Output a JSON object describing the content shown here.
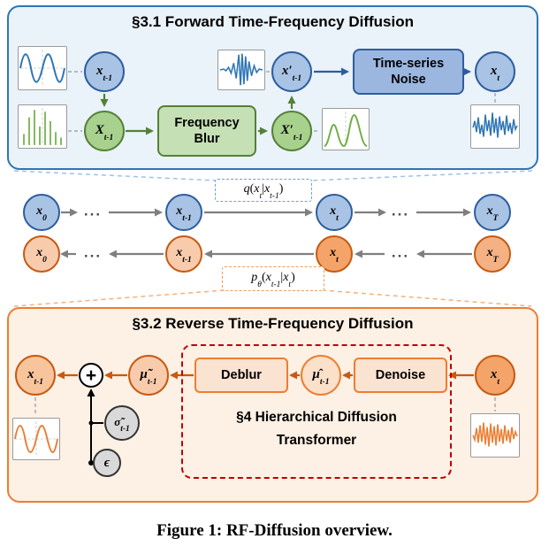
{
  "caption": "Figure 1: RF-Diffusion overview.",
  "forward_panel": {
    "title": "§3.1 Forward Time-Frequency Diffusion",
    "frequency_blur": "Frequency Blur",
    "time_series_noise": "Time-series Noise"
  },
  "reverse_panel": {
    "title": "§3.2 Reverse Time-Frequency Diffusion",
    "deblur": "Deblur",
    "denoise": "Denoise",
    "transformer": "§4 Hierarchical Diffusion Transformer"
  },
  "chain": {
    "dots": "..."
  },
  "math": {
    "x_prev": [
      [
        "i",
        "x"
      ],
      [
        "sub",
        "t-1"
      ]
    ],
    "X_prev": [
      [
        "i",
        "X"
      ],
      [
        "sub",
        "t-1"
      ]
    ],
    "x_prev_prime": [
      [
        "i",
        "x′"
      ],
      [
        "sub",
        "t-1"
      ]
    ],
    "X_prev_prime": [
      [
        "i",
        "X′"
      ],
      [
        "sub",
        "t-1"
      ]
    ],
    "x_t": [
      [
        "i",
        "x"
      ],
      [
        "sub",
        "t"
      ]
    ],
    "x_0": [
      [
        "i",
        "x"
      ],
      [
        "sub",
        "0"
      ]
    ],
    "x_T": [
      [
        "i",
        "x"
      ],
      [
        "sub",
        "T"
      ]
    ],
    "mu_tilde_prev": [
      [
        "i",
        "μ̃"
      ],
      [
        "sub",
        "t-1"
      ]
    ],
    "mu_hat_prev": [
      [
        "i",
        "μ̂"
      ],
      [
        "sub",
        "t-1"
      ]
    ],
    "sigma_tilde_prev": [
      [
        "i",
        "σ̃"
      ],
      [
        "sub",
        "t-1"
      ]
    ],
    "epsilon": [
      [
        "i",
        "ϵ"
      ]
    ],
    "plus": "+",
    "q_transition": [
      [
        "i",
        "q"
      ],
      [
        "n",
        "("
      ],
      [
        "i",
        "x"
      ],
      [
        "sub",
        "t"
      ],
      [
        "n",
        "|"
      ],
      [
        "i",
        "x"
      ],
      [
        "sub",
        "t-1"
      ],
      [
        "n",
        ")"
      ]
    ],
    "p_transition": [
      [
        "i",
        "p"
      ],
      [
        "sub",
        "θ"
      ],
      [
        "n",
        "("
      ],
      [
        "i",
        "x"
      ],
      [
        "sub",
        "t-1"
      ],
      [
        "n",
        "|"
      ],
      [
        "i",
        "x"
      ],
      [
        "sub",
        "t"
      ],
      [
        "n",
        ")"
      ]
    ]
  },
  "icons": {
    "forward_input": "sine-wave-icon",
    "forward_spectrum": "frequency-comb-icon",
    "forward_wavelet": "wavelet-icon",
    "forward_blurred_spectrum": "blurred-spectrum-icon",
    "forward_noisy_output": "noisy-signal-icon",
    "reverse_output": "sine-wave-icon",
    "reverse_noisy_input": "noisy-signal-icon",
    "combine_node": "circled-plus-icon"
  },
  "colors": {
    "forward_accent": "#2e75b6",
    "forward_node_fill": "#a8c3e4",
    "green_accent": "#538135",
    "green_node_fill": "#a9d18e",
    "reverse_accent": "#ed7d31",
    "reverse_dark": "#c55a11",
    "transformer_border": "#c00000",
    "gray_node_fill": "#d9d9d9"
  }
}
